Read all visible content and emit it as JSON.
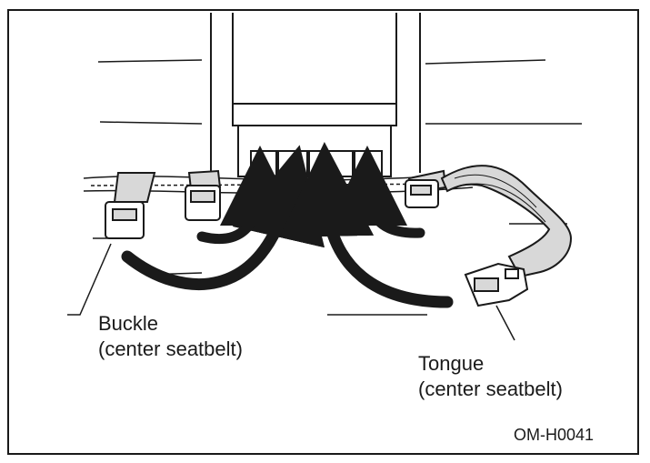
{
  "labels": {
    "buckle_line1": "Buckle",
    "buckle_line2": "(center seatbelt)",
    "tongue_line1": "Tongue",
    "tongue_line2": "(center seatbelt)",
    "figure_code": "OM-H0041"
  },
  "colors": {
    "ink": "#1a1a1a",
    "paper": "#ffffff",
    "shade": "#d8d8d8"
  }
}
